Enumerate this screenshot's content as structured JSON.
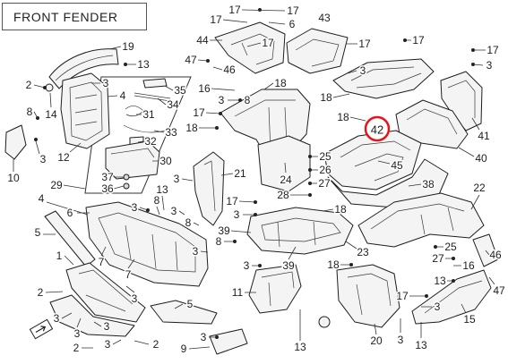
{
  "title": "FRONT FENDER",
  "highlight": {
    "label": "42"
  },
  "colors": {
    "outline": "#1e1e1e",
    "part_fill": "#f4f4f4",
    "highlight_ring": "#e8141c"
  },
  "icons": {
    "direction": "forward-arrow-icon"
  },
  "callouts": [
    "17",
    "17",
    "17",
    "6",
    "43",
    "44",
    "17",
    "17",
    "17",
    "17",
    "3",
    "19",
    "13",
    "47",
    "46",
    "3",
    "2",
    "3",
    "4",
    "14",
    "8",
    "35",
    "34",
    "31",
    "33",
    "32",
    "30",
    "37",
    "36",
    "12",
    "3",
    "10",
    "29",
    "16",
    "18",
    "3",
    "8",
    "17",
    "18",
    "18",
    "18",
    "41",
    "40",
    "45",
    "25",
    "26",
    "27",
    "24",
    "28",
    "21",
    "38",
    "22",
    "17",
    "3",
    "18",
    "13",
    "3",
    "8",
    "3",
    "3",
    "8",
    "4",
    "6",
    "5",
    "39",
    "8",
    "3",
    "3",
    "39",
    "23",
    "25",
    "27",
    "13",
    "16",
    "46",
    "47",
    "17",
    "3",
    "15",
    "20",
    "3",
    "13",
    "18",
    "11",
    "1",
    "7",
    "7",
    "3",
    "2",
    "5",
    "3",
    "3",
    "3",
    "2",
    "3",
    "2",
    "9",
    "3",
    "13"
  ]
}
